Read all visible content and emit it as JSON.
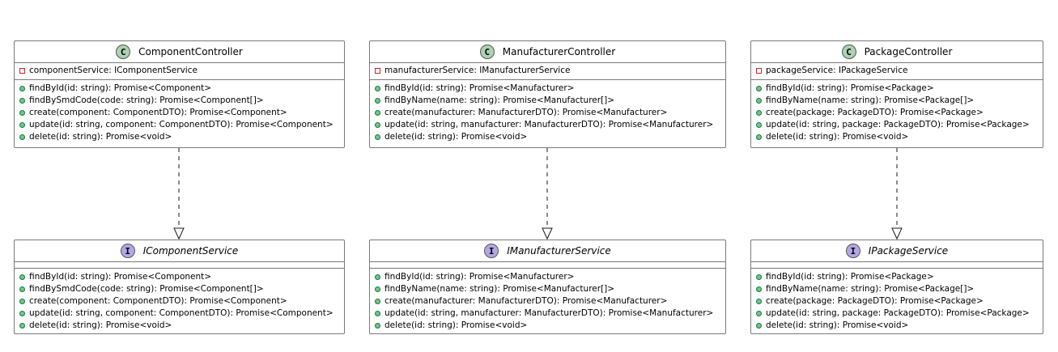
{
  "diagram": {
    "type": "uml-class",
    "colors": {
      "class_stereotype": "#add1b2",
      "interface_stereotype": "#b4a7e5",
      "public_marker": "#84be84",
      "private_marker": "#c82930",
      "border": "#7a7a7a"
    },
    "classes": [
      {
        "stereotype": "C",
        "name": "ComponentController",
        "fields": [
          "componentService: IComponentService"
        ],
        "methods": [
          "findById(id: string): Promise<Component>",
          "findBySmdCode(code: string): Promise<Component[]>",
          "create(component: ComponentDTO): Promise<Component>",
          "update(id: string, component: ComponentDTO): Promise<Component>",
          "delete(id: string): Promise<void>"
        ]
      },
      {
        "stereotype": "C",
        "name": "ManufacturerController",
        "fields": [
          "manufacturerService: IManufacturerService"
        ],
        "methods": [
          "findById(id: string): Promise<Manufacturer>",
          "findByName(name: string): Promise<Manufacturer[]>",
          "create(manufacturer: ManufacturerDTO): Promise<Manufacturer>",
          "update(id: string, manufacturer: ManufacturerDTO): Promise<Manufacturer>",
          "delete(id: string): Promise<void>"
        ]
      },
      {
        "stereotype": "C",
        "name": "PackageController",
        "fields": [
          "packageService: IPackageService"
        ],
        "methods": [
          "findById(id: string): Promise<Package>",
          "findByName(name: string): Promise<Package[]>",
          "create(package: PackageDTO): Promise<Package>",
          "update(id: string, package: PackageDTO): Promise<Package>",
          "delete(id: string): Promise<void>"
        ]
      }
    ],
    "interfaces": [
      {
        "stereotype": "I",
        "name": "IComponentService",
        "methods": [
          "findById(id: string): Promise<Component>",
          "findBySmdCode(code: string): Promise<Component[]>",
          "create(component: ComponentDTO): Promise<Component>",
          "update(id: string, component: ComponentDTO): Promise<Component>",
          "delete(id: string): Promise<void>"
        ]
      },
      {
        "stereotype": "I",
        "name": "IManufacturerService",
        "methods": [
          "findById(id: string): Promise<Manufacturer>",
          "findByName(name: string): Promise<Manufacturer[]>",
          "create(manufacturer: ManufacturerDTO): Promise<Manufacturer>",
          "update(id: string, manufacturer: ManufacturerDTO): Promise<Manufacturer>",
          "delete(id: string): Promise<void>"
        ]
      },
      {
        "stereotype": "I",
        "name": "IPackageService",
        "methods": [
          "findById(id: string): Promise<Package>",
          "findByName(name: string): Promise<Package[]>",
          "create(package: PackageDTO): Promise<Package>",
          "update(id: string, package: PackageDTO): Promise<Package>",
          "delete(id: string): Promise<void>"
        ]
      }
    ],
    "relations": [
      {
        "from": "ComponentController",
        "to": "IComponentService",
        "kind": "dependency-realization"
      },
      {
        "from": "ManufacturerController",
        "to": "IManufacturerService",
        "kind": "dependency-realization"
      },
      {
        "from": "PackageController",
        "to": "IPackageService",
        "kind": "dependency-realization"
      }
    ]
  }
}
